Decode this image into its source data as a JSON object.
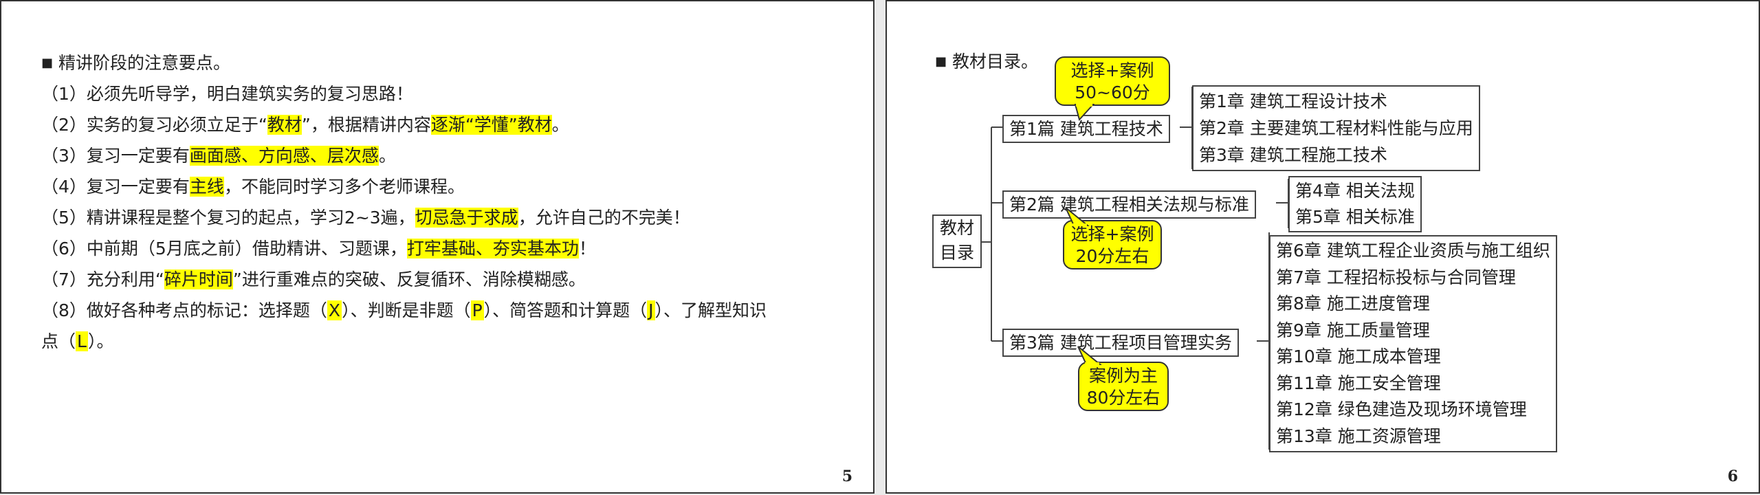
{
  "left": {
    "page": "5",
    "heading": "精讲阶段的注意要点。",
    "items": [
      {
        "t": [
          "（1）必须先听导学，明白建筑实务的复习思路！"
        ]
      },
      {
        "t": [
          "（2）实务的复习必须立足于“",
          "教材",
          "”，根据精讲内容",
          "逐渐“学懂”教材",
          "。"
        ]
      },
      {
        "t": [
          "（3）复习一定要有",
          "画面感、方向感、层次感",
          "。"
        ]
      },
      {
        "t": [
          "（4）复习一定要有",
          "主线",
          "，不能同时学习多个老师课程。"
        ]
      },
      {
        "t": [
          "（5）精讲课程是整个复习的起点，学习2~3遍，",
          "切忌急于求成",
          "，允许自己的不完美！"
        ]
      },
      {
        "t": [
          "（6）中前期（5月底之前）借助精讲、习题课，",
          "打牢基础、夯实基本功",
          "！"
        ]
      },
      {
        "t": [
          "（7）充分利用“",
          "碎片时间",
          "”进行重难点的突破、反复循环、消除模糊感。"
        ]
      },
      {
        "t": [
          "（8）做好各种考点的标记：选择题（",
          "X",
          "）、判断是非题（",
          "P",
          "）、简答题和计算题（",
          "J",
          "）、了解型知识"
        ]
      },
      {
        "t": [
          "点（",
          "L",
          "）。"
        ]
      }
    ]
  },
  "right": {
    "page": "6",
    "heading": "教材目录。",
    "root": "教材\n目录",
    "parts": [
      {
        "label": "第1篇 建筑工程技术",
        "chapters": [
          "第1章 建筑工程设计技术",
          "第2章 主要建筑工程材料性能与应用",
          "第3章 建筑工程施工技术"
        ],
        "callout": [
          "选择+案例",
          "50~60分"
        ]
      },
      {
        "label": "第2篇 建筑工程相关法规与标准",
        "chapters": [
          "第4章 相关法规",
          "第5章 相关标准"
        ],
        "callout": [
          "选择+案例",
          "20分左右"
        ]
      },
      {
        "label": "第3篇 建筑工程项目管理实务",
        "chapters": [
          "第6章 建筑工程企业资质与施工组织",
          "第7章 工程招标投标与合同管理",
          "第8章 施工进度管理",
          "第9章 施工质量管理",
          "第10章 施工成本管理",
          "第11章 施工安全管理",
          "第12章 绿色建造及现场环境管理",
          "第13章 施工资源管理"
        ],
        "callout": [
          "案例为主",
          "80分左右"
        ]
      }
    ]
  },
  "colors": {
    "highlight": "#ffff00",
    "border": "#333333"
  }
}
